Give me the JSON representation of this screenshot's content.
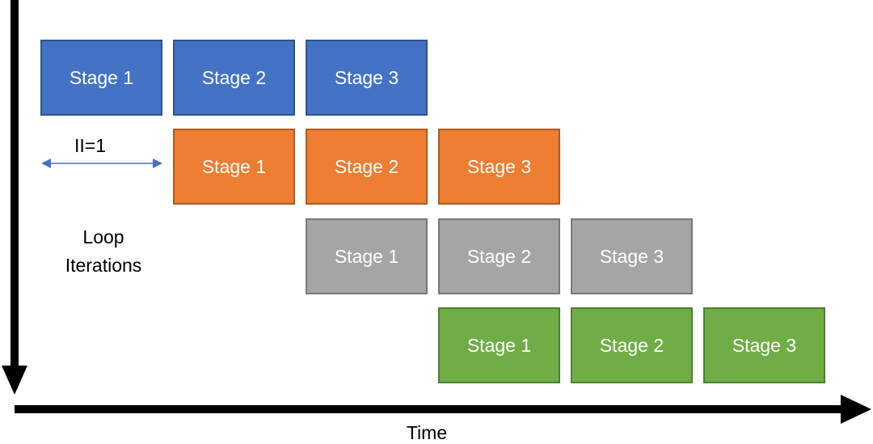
{
  "ii_label": "II=1",
  "y_axis_label": [
    "Loop",
    "Iterations"
  ],
  "x_axis_label": "Time",
  "iterations": [
    {
      "color": "#4472C4",
      "border": "#2F528F",
      "stages": [
        "Stage 1",
        "Stage 2",
        "Stage 3"
      ]
    },
    {
      "color": "#ED7D31",
      "border": "#AE5A21",
      "stages": [
        "Stage 1",
        "Stage 2",
        "Stage 3"
      ]
    },
    {
      "color": "#A5A5A5",
      "border": "#787878",
      "stages": [
        "Stage 1",
        "Stage 2",
        "Stage 3"
      ]
    },
    {
      "color": "#70AD47",
      "border": "#507E32",
      "stages": [
        "Stage 1",
        "Stage 2",
        "Stage 3"
      ]
    }
  ],
  "colors": {
    "axis": "#000000",
    "ii_arrow": "#4472C4"
  }
}
